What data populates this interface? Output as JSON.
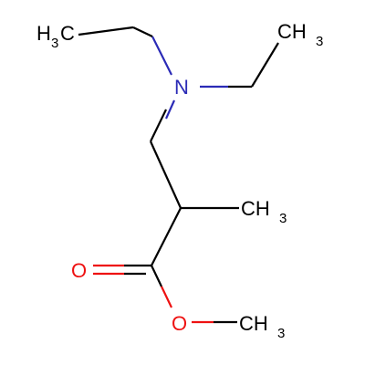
{
  "colors": {
    "carbon": "#000000",
    "nitrogen": "#2b2bb6",
    "oxygen": "#ee1111",
    "background": "#ffffff"
  },
  "atoms": {
    "ch3_top_left": {
      "main": "H",
      "sub": "3",
      "tail": "C"
    },
    "ch3_top_right": {
      "main": "CH",
      "sub": "3"
    },
    "nitrogen": {
      "main": "N"
    },
    "ch3_branch": {
      "main": "CH",
      "sub": "3"
    },
    "oxygen_carbonyl": {
      "main": "O"
    },
    "oxygen_ester": {
      "main": "O"
    },
    "ch3_ester": {
      "main": "CH",
      "sub": "3"
    }
  }
}
